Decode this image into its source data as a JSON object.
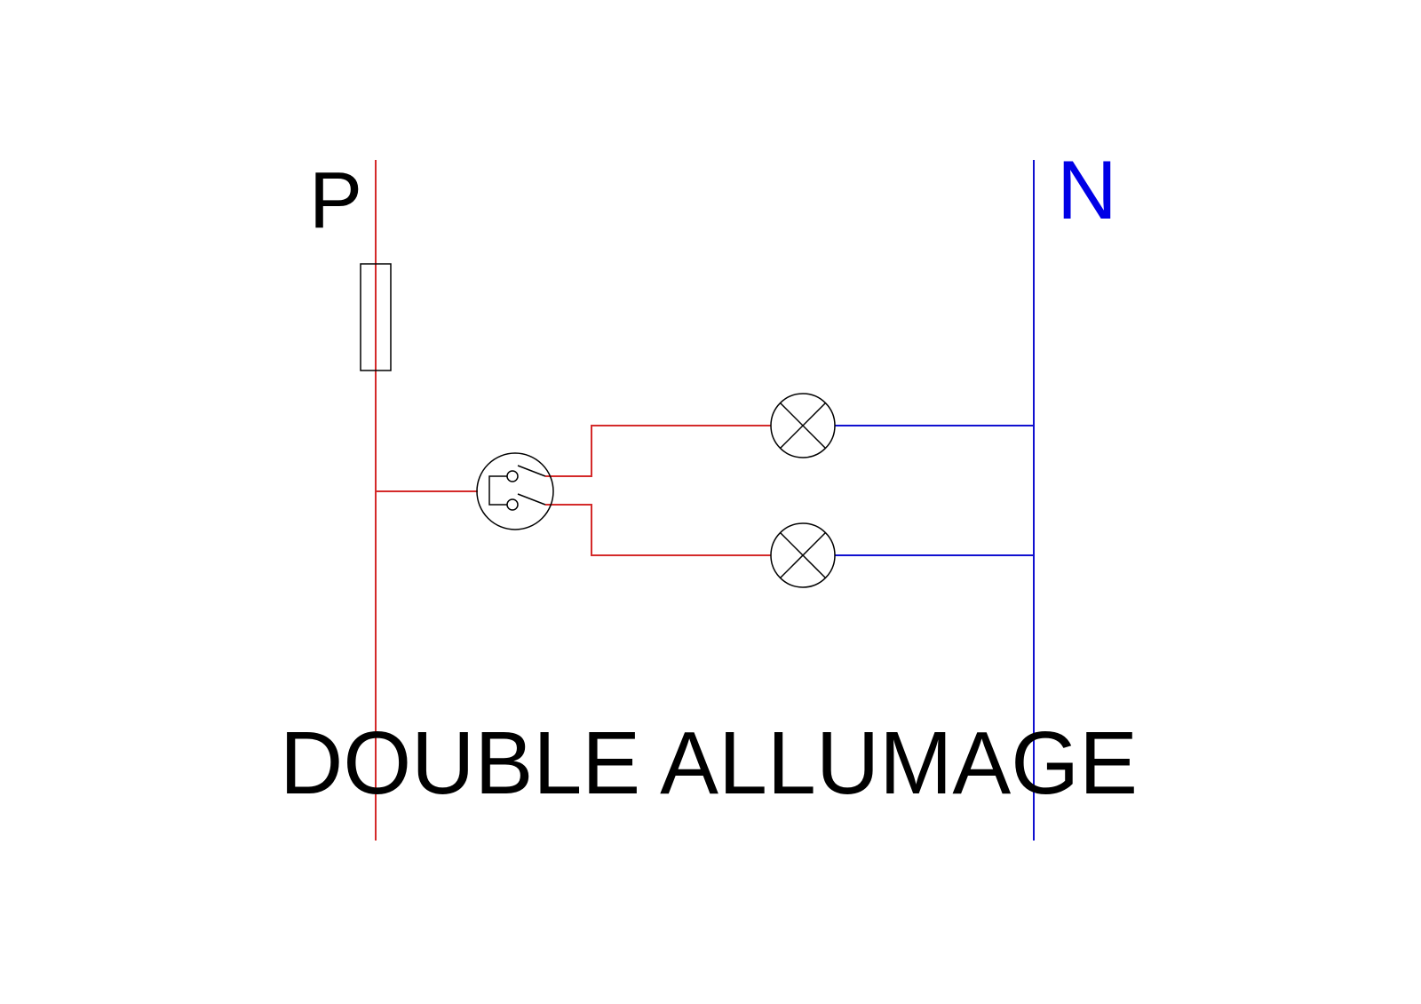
{
  "labels": {
    "phase": "P",
    "neutral": "N",
    "title": "DOUBLE ALLUMAGE"
  },
  "colors": {
    "phase_wire": "#d42a2a",
    "neutral_wire": "#1010d0",
    "neutral_label": "#0000e6",
    "component": "#000000",
    "text": "#000000",
    "background": "#ffffff"
  },
  "components": {
    "fuse": "fuse-symbol",
    "switch": "double-switch-symbol",
    "lamps": [
      "lamp-symbol",
      "lamp-symbol"
    ]
  }
}
